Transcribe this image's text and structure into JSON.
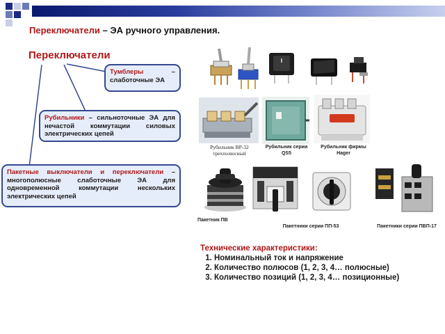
{
  "slide": {
    "title_accent": "Переключатели",
    "title_rest": " – ЭА ручного управления.",
    "big_word": "Переключатели"
  },
  "callouts": {
    "toggle_red": "Тумблеры",
    "toggle_rest": " – слаботочные ЭА",
    "breaker_red": "Рубильники",
    "breaker_rest": " – сильноточные ЭА для нечастой коммутации силовых электрических цепей",
    "packet_red": "Пакетные выключатели и переключатели",
    "packet_rest": " – многополюсные слаботочные ЭА для одновременной коммутации нескольких электрических цепей"
  },
  "captions": {
    "vr32": "Рубильник ВР-32 трехполюсный",
    "qs5": "Рубильник серии QS5",
    "hager": "Рубильник фирмы Hager",
    "pv": "Пакетник ПВ",
    "pp53": "Пакетники серии ПП-53",
    "pvp17": "Пакетники серии ПВП-17"
  },
  "tech": {
    "heading": "Технические характеристики:",
    "items": [
      "Номинальный ток и напряжение",
      "Количество полюсов (1, 2, 3, 4… полюсные)",
      "Количество позиций (1, 2, 3, 4… позиционные)"
    ]
  },
  "colors": {
    "accent_red": "#b01818",
    "callout_border": "#33478f",
    "callout_fill": "#e6edfa",
    "header_dark": "#0b1a6e"
  }
}
